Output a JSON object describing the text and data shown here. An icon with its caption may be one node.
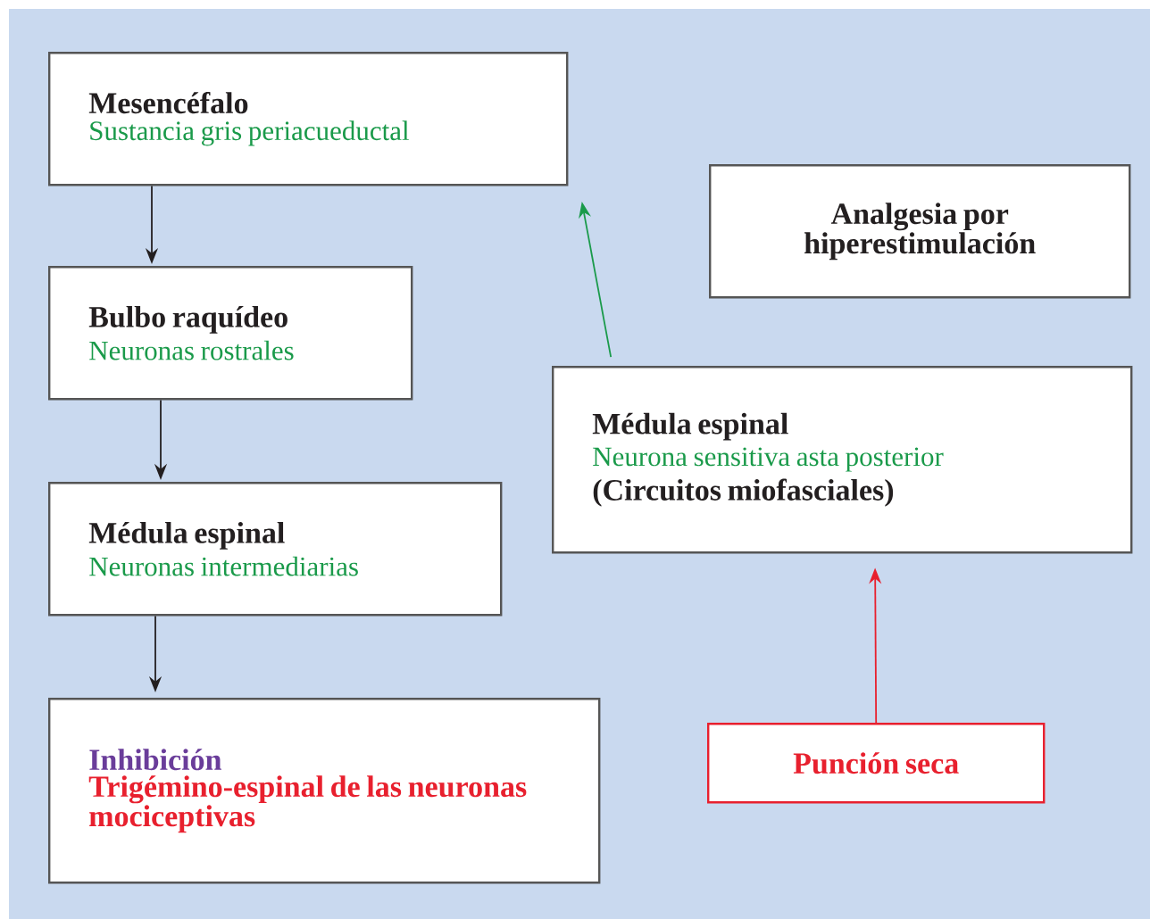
{
  "diagram": {
    "nodes": [
      {
        "text": [
          "Mesencéfalo",
          "Sustancia gris periacueductal"
        ]
      },
      {
        "text": [
          "Bulbo raquídeo",
          "Neuronas rostrales"
        ]
      },
      {
        "text": [
          "Médula espinal",
          "Neuronas intermediarias"
        ]
      },
      {
        "text": [
          "Inhibición",
          "Trigémino-espinal de las neuronas mociceptivas"
        ]
      },
      {
        "text": [
          "Analgesia por hiperestimulación"
        ]
      },
      {
        "text": [
          "Médula espinal",
          "Neurona sensitiva asta posterior",
          "(Circuitos miofasciales)"
        ]
      },
      {
        "text": [
          "Punción seca"
        ]
      }
    ],
    "edges": [
      {
        "from": 0,
        "to": 1,
        "arrow": "to"
      },
      {
        "from": 1,
        "to": 2,
        "arrow": "to"
      },
      {
        "from": 2,
        "to": 3,
        "arrow": "to"
      },
      {
        "from": 5,
        "to": 0,
        "arrow": "to",
        "color": "#1a9a4a"
      },
      {
        "from": 6,
        "to": 5,
        "arrow": "to",
        "color": "#e8202e"
      }
    ]
  }
}
